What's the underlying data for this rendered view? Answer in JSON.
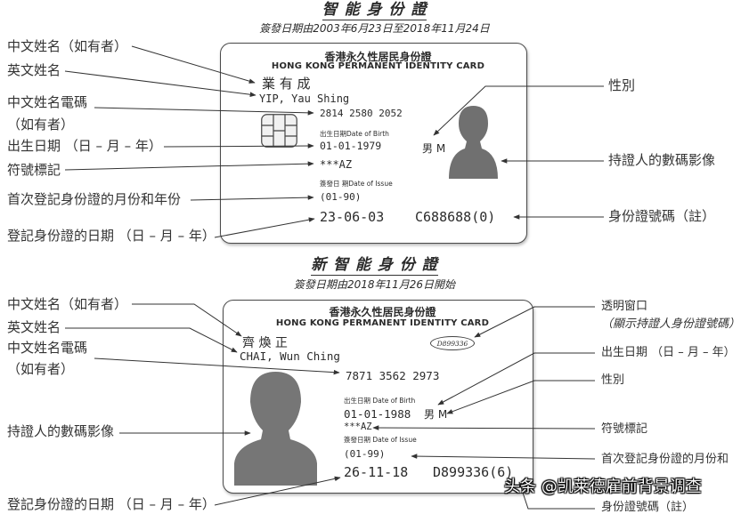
{
  "section_smart": {
    "title": "智 能 身 份 證",
    "subtitle": "簽發日期由2003年6月23日至2018年11月24日",
    "card": {
      "header_zh": "香港永久性居民身份證",
      "header_en": "HONG KONG PERMANENT IDENTITY CARD",
      "chinese_name": "業 有 成",
      "english_name": "YIP, Yau Shing",
      "name_code": "2814 2580 2052",
      "dob_label": "出生日期Date of Birth",
      "dob": "01-01-1979",
      "sex": "男 M",
      "symbols": "***AZ",
      "issue_label": "簽發日 期Date of Issue",
      "first_registration": "(01-90)",
      "issue_date": "23-06-03",
      "id_number": "C688688(0)"
    },
    "left_labels": {
      "chinese_name": "中文姓名（如有者）",
      "english_name": "英文姓名",
      "name_code": "中文姓名電碼",
      "name_code_note": "（如有者）",
      "dob": "出生日期 （日 – 月 – 年）",
      "symbols": "符號標記",
      "first_registration": "首次登記身份證的月份和年份",
      "issue_date": "登記身份證的日期 （日 – 月 – 年）"
    },
    "right_labels": {
      "sex": "性別",
      "photo": "持證人的數碼影像",
      "id_number": "身份證號碼（註）"
    }
  },
  "section_new_smart": {
    "title": "新 智 能 身 份 證",
    "subtitle": "簽發日期由2018年11月26日開始",
    "card": {
      "header_zh": "香港永久性居民身份證",
      "header_en": "HONG KONG PERMANENT IDENTITY CARD",
      "window_number": "D899336",
      "chinese_name": "齊 煥 正",
      "english_name": "CHAI, Wun Ching",
      "name_code": "7871 3562 2973",
      "dob_label": "出生日期 Date of Birth",
      "dob": "01-01-1988",
      "sex": "男 M",
      "symbols": "***AZ",
      "issue_label": "簽發日期 Date of Issue",
      "first_registration": "(01-99)",
      "issue_date": "26-11-18",
      "id_number": "D899336(6)"
    },
    "left_labels": {
      "chinese_name": "中文姓名（如有者）",
      "english_name": "英文姓名",
      "name_code": "中文姓名電碼",
      "name_code_note": "（如有者）",
      "photo": "持證人的數碼影像",
      "issue_date": "登記身份證的日期 （日 – 月 – 年）"
    },
    "right_labels": {
      "window": "透明窗口",
      "window_note": "（顯示持證人身份證號碼）",
      "dob": "出生日期 （日 – 月 – 年）",
      "sex": "性別",
      "symbols": "符號標記",
      "first_registration": "首次登記身份證的月份和",
      "id_number": "身份證號碼（註）"
    }
  },
  "watermark": "头条 @凯莱德雇前背景调查",
  "colors": {
    "text": "#2b2b2b",
    "line": "#333333",
    "card_border": "#4a4a4a",
    "silhouette": "#707070"
  }
}
